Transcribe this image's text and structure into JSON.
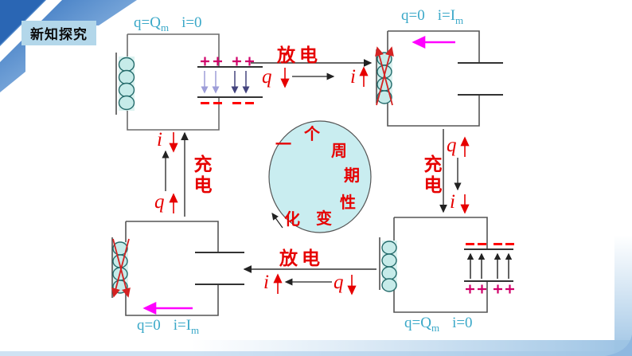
{
  "slide": {
    "badge": "新知探究",
    "center_message": "一个周期性变化",
    "center_chars": [
      "一",
      "个",
      "周",
      "期",
      "性",
      "变",
      "化"
    ]
  },
  "circuits": {
    "top_left": {
      "q": "q=Q",
      "q_sub": "m",
      "i": "i=0",
      "i_sub": ""
    },
    "top_right": {
      "q": "q=0",
      "q_sub": "",
      "i": "i=I",
      "i_sub": "m"
    },
    "bottom_left": {
      "q": "q=0",
      "q_sub": "",
      "i": "i=I",
      "i_sub": "m"
    },
    "bottom_right": {
      "q": "q=Q",
      "q_sub": "m",
      "i": "i=0",
      "i_sub": ""
    }
  },
  "transitions": {
    "top": {
      "name": "放电",
      "first": "q",
      "second": "i"
    },
    "bottom": {
      "name": "放电",
      "first": "i",
      "second": "q"
    },
    "left": {
      "name": "充电",
      "first": "i",
      "second": "q"
    },
    "right": {
      "name": "充电",
      "first": "q",
      "second": "i"
    }
  },
  "colors": {
    "label_teal": "#3aa8c8",
    "action_red": "#e60000",
    "current_magenta": "#ff00ff",
    "plus_sign": "#d0006a",
    "minus_sign": "#ff0000",
    "coil_fill": "#c6ebe9",
    "ellipse_fill": "#c9edf0",
    "badge_bg": "#b3d7ea",
    "decoration_blue": "#3f7cc4"
  }
}
